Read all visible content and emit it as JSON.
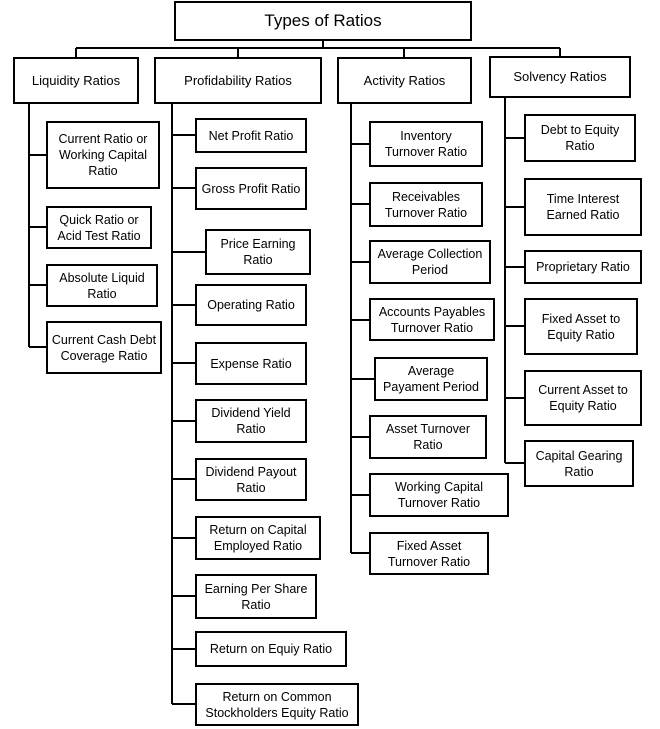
{
  "root": "Types of Ratios",
  "categories": [
    {
      "key": "liquidity",
      "title": "Liquidity Ratios",
      "items": [
        "Current Ratio or Working Capital Ratio",
        "Quick Ratio or Acid Test Ratio",
        "Absolute Liquid Ratio",
        "Current Cash Debt Coverage Ratio"
      ]
    },
    {
      "key": "profitability",
      "title": "Profidability Ratios",
      "items": [
        "Net Profit Ratio",
        "Gross Profit Ratio",
        "Price Earning Ratio",
        "Operating Ratio",
        "Expense Ratio",
        "Dividend Yield Ratio",
        "Dividend Payout Ratio",
        "Return on Capital Employed Ratio",
        "Earning Per Share Ratio",
        "Return on Equiy Ratio",
        "Return on Common Stockholders Equity Ratio"
      ]
    },
    {
      "key": "activity",
      "title": "Activity Ratios",
      "items": [
        "Inventory Turnover Ratio",
        "Receivables Turnover Ratio",
        "Average Collection Period",
        "Accounts Payables Turnover Ratio",
        "Average Payament Period",
        "Asset Turnover Ratio",
        "Working Capital Turnover Ratio",
        "Fixed Asset Turnover Ratio"
      ]
    },
    {
      "key": "solvency",
      "title": "Solvency Ratios",
      "items": [
        "Debt to Equity Ratio",
        "Time Interest Earned Ratio",
        "Proprietary Ratio",
        "Fixed Asset to Equity Ratio",
        "Current Asset to Equity Ratio",
        "Capital Gearing Ratio"
      ]
    }
  ]
}
